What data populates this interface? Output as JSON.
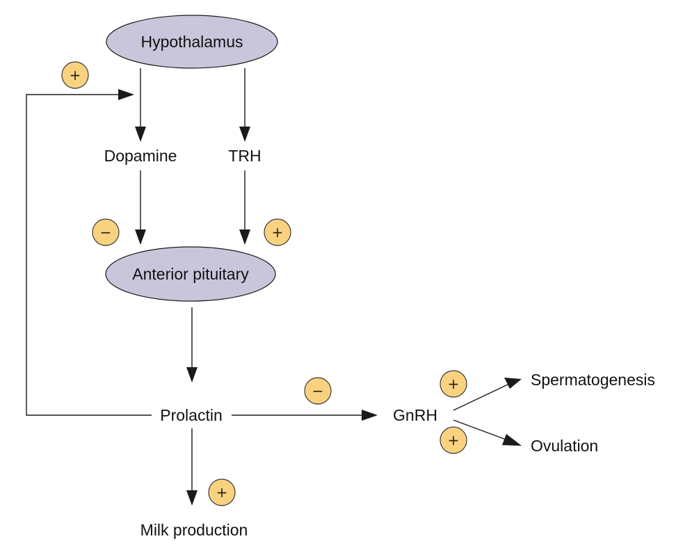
{
  "nodes": {
    "hypothalamus": "Hypothalamus",
    "dopamine": "Dopamine",
    "trh": "TRH",
    "anterior_pituitary": "Anterior pituitary",
    "prolactin": "Prolactin",
    "gnrh": "GnRH",
    "spermatogenesis": "Spermatogenesis",
    "ovulation": "Ovulation",
    "milk_production": "Milk production"
  },
  "signs": {
    "feedback": "+",
    "dopamine_inhibition": "−",
    "trh_stimulation": "+",
    "prolactin_gnrh_inhibition": "−",
    "gnrh_spermatogenesis": "+",
    "gnrh_ovulation": "+",
    "milk": "+"
  },
  "colors": {
    "ellipse_fill": "#c9c6dc",
    "badge_fill": "#f9d27f"
  }
}
